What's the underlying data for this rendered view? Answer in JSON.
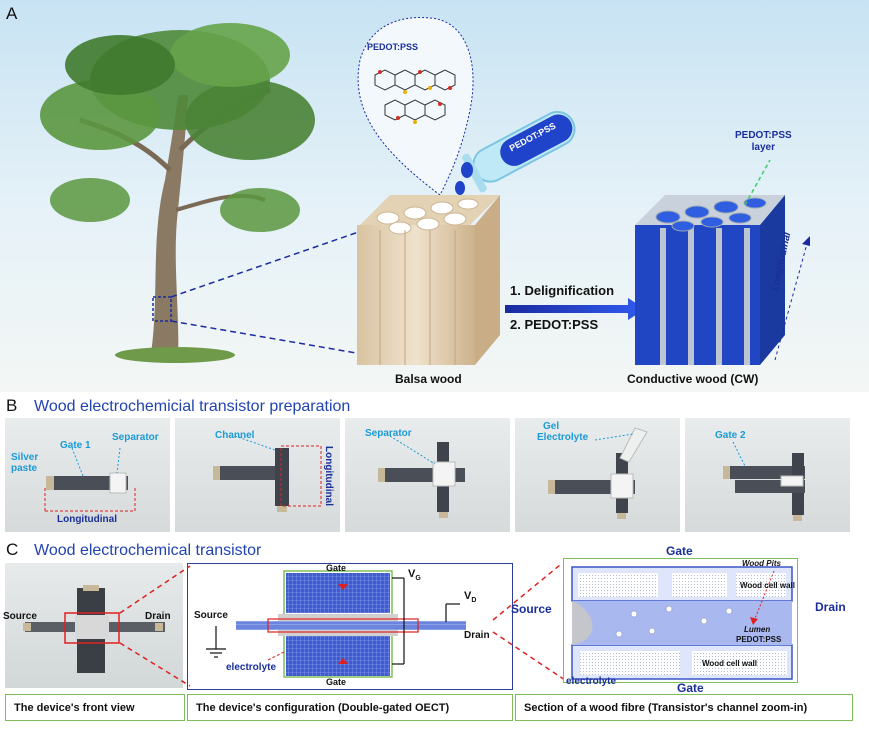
{
  "panelA": {
    "letter": "A",
    "pedot_molecule_label": "PEDOT:PSS",
    "tube_label": "PEDOT:PSS",
    "balsa_label": "Balsa wood",
    "step1": "1. Delignification",
    "step2": "2. PEDOT:PSS",
    "cw_label": "Conductive wood (CW)",
    "layer_label_line1": "PEDOT:PSS",
    "layer_label_line2": "layer",
    "longitudinal": "Longitudinal"
  },
  "panelB": {
    "letter": "B",
    "title": "Wood electrochemicial transistor preparation",
    "photo1": {
      "silver_paste": "Silver paste",
      "gate1": "Gate 1",
      "separator": "Separator",
      "longitudinal": "Longitudinal"
    },
    "photo2": {
      "channel": "Channel",
      "longitudinal": "Longitudinal"
    },
    "photo3": {
      "separator": "Separator"
    },
    "photo4": {
      "gel": "Gel",
      "electrolyte": "Electrolyte"
    },
    "photo5": {
      "gate2": "Gate 2"
    }
  },
  "panelC": {
    "letter": "C",
    "title": "Wood electrochemical transistor",
    "front": {
      "source": "Source",
      "drain": "Drain"
    },
    "config": {
      "gate_top": "Gate",
      "gate_bottom": "Gate",
      "vg": "V",
      "vg_sub": "G",
      "vd": "V",
      "vd_sub": "D",
      "source": "Source",
      "drain": "Drain",
      "electrolyte": "electrolyte"
    },
    "fibre": {
      "gate_top": "Gate",
      "gate_bottom": "Gate",
      "source": "Source",
      "drain": "Drain",
      "wood_pits": "Wood Pits",
      "cell_wall_top": "Wood cell wall",
      "cell_wall_bottom": "Wood cell wall",
      "lumen": "Lumen",
      "pedot": "PEDOT:PSS",
      "electrolyte": "electrolyte"
    },
    "captions": [
      "The device's front view",
      "The device's configuration (Double-gated OECT)",
      "Section of a wood fibre (Transistor's channel zoom-in)"
    ]
  },
  "colors": {
    "accent_blue": "#2244b0",
    "label_cyan": "#1a9ad6",
    "navy": "#1a2f9a",
    "arrow_red": "#e02020",
    "caption_border": "#7fbf5a"
  }
}
